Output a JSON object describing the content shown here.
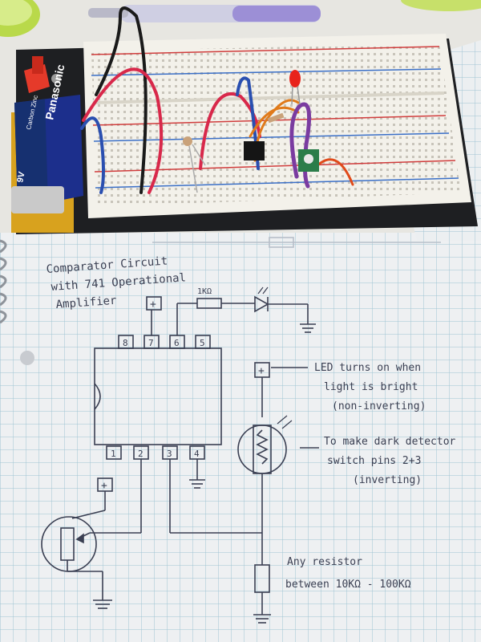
{
  "battery": {
    "brand": "Panasonic",
    "chemistry": "Carbon Zinc",
    "voltage": "9V"
  },
  "notebook": {
    "title_lines": [
      "Comparator Circuit",
      "with 741 Operational",
      "Amplifier"
    ],
    "resistor_label": "1KΩ",
    "pin_labels_top": [
      "8",
      "7",
      "6",
      "5"
    ],
    "pin_labels_bottom": [
      "1",
      "2",
      "3",
      "4"
    ],
    "plus_symbol": "+",
    "led_note": [
      "LED turns on when",
      "light is bright",
      "(non-inverting)"
    ],
    "dark_note": [
      "To make dark detector",
      "switch pins 2+3",
      "(inverting)"
    ],
    "resistor_note": [
      "Any resistor",
      "between 10KΩ - 100KΩ"
    ]
  },
  "colors": {
    "paper": "#eef0f2",
    "grid": "#9fc3d3",
    "ink": "#3a3f52",
    "breadboard": "#f3f1ea",
    "board_base": "#1e1f22",
    "red_wire": "#d8284a",
    "blue_wire": "#2a4fb0",
    "purple_wire": "#7a3ba0",
    "orange_wire": "#e07a1a"
  }
}
